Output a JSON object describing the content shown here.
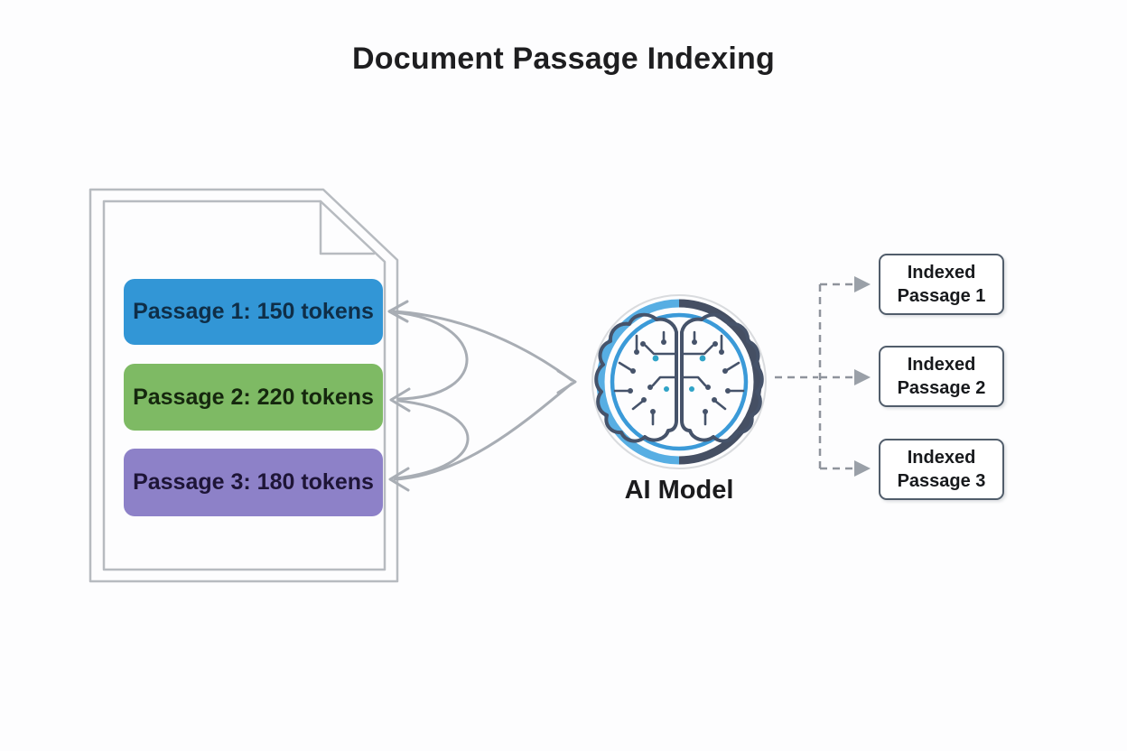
{
  "title": "Document Passage Indexing",
  "passages": [
    {
      "label": "Passage 1: 150 tokens",
      "color": "#3296d6",
      "text_color": "#0f2e47"
    },
    {
      "label": "Passage 2: 220 tokens",
      "color": "#7eba64",
      "text_color": "#15270e"
    },
    {
      "label": "Passage 3: 180 tokens",
      "color": "#8d81c8",
      "text_color": "#1e1537"
    }
  ],
  "ai_model": {
    "label": "AI Model",
    "ring_left_color": "#57aee3",
    "ring_right_color": "#454f63",
    "inner_ring_color": "#3b9ad8",
    "outer_faint_ring_color": "#d9dbde",
    "brain_color": "#46536a",
    "accent_color": "#2fa3c7"
  },
  "outputs": [
    {
      "line1": "Indexed",
      "line2": "Passage 1"
    },
    {
      "line1": "Indexed",
      "line2": "Passage 2"
    },
    {
      "line1": "Indexed",
      "line2": "Passage 3"
    }
  ],
  "colors": {
    "background": "#fdfdfe",
    "title_text": "#1e1e20",
    "document_outline": "#b7bbc0",
    "connector": "#a8adb4",
    "dashed": "#8f949c",
    "dashed_arrowhead": "#9aa0a8",
    "output_box_border": "#515d6b",
    "output_box_text": "#17191c"
  }
}
